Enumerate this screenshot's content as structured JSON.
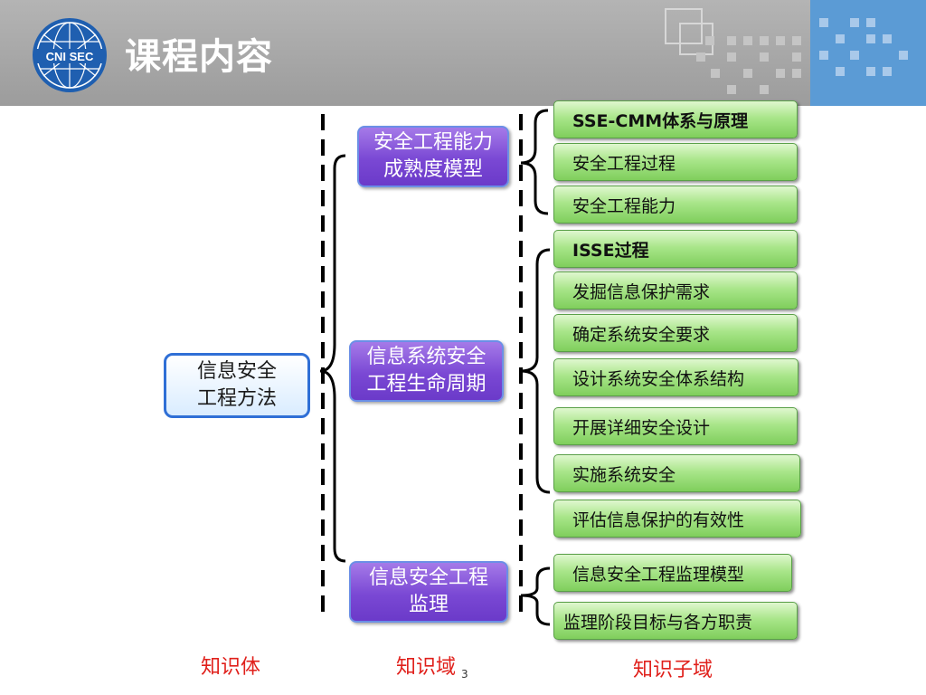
{
  "header": {
    "title": "课程内容",
    "logo_text": "CNI SEC"
  },
  "root": {
    "label": "信息安全\n工程方法"
  },
  "domains": [
    {
      "label": "安全工程能力\n成熟度模型"
    },
    {
      "label": "信息系统安全\n工程生命周期"
    },
    {
      "label": "信息安全工程\n监理"
    }
  ],
  "subdomains": [
    {
      "label": "SSE-CMM体系与原理"
    },
    {
      "label": "安全工程过程"
    },
    {
      "label": "安全工程能力"
    },
    {
      "label": "ISSE过程"
    },
    {
      "label": "发掘信息保护需求"
    },
    {
      "label": "确定系统安全要求"
    },
    {
      "label": "设计系统安全体系结构"
    },
    {
      "label": "开展详细安全设计"
    },
    {
      "label": "实施系统安全"
    },
    {
      "label": "评估信息保护的有效性"
    },
    {
      "label": "信息安全工程监理模型"
    },
    {
      "label": "监理阶段目标与各方职责"
    }
  ],
  "axis_labels": {
    "body": "知识体",
    "domain": "知识域",
    "subdomain": "知识子域"
  },
  "page_number": "3",
  "colors": {
    "header_gray": "#a8a8a8",
    "header_blue": "#5b9bd5",
    "root_border": "#2f6fd6",
    "domain_purple": "#7a48d4",
    "subdomain_green": "#8fd66a",
    "axis_label_red": "#e0201b"
  }
}
